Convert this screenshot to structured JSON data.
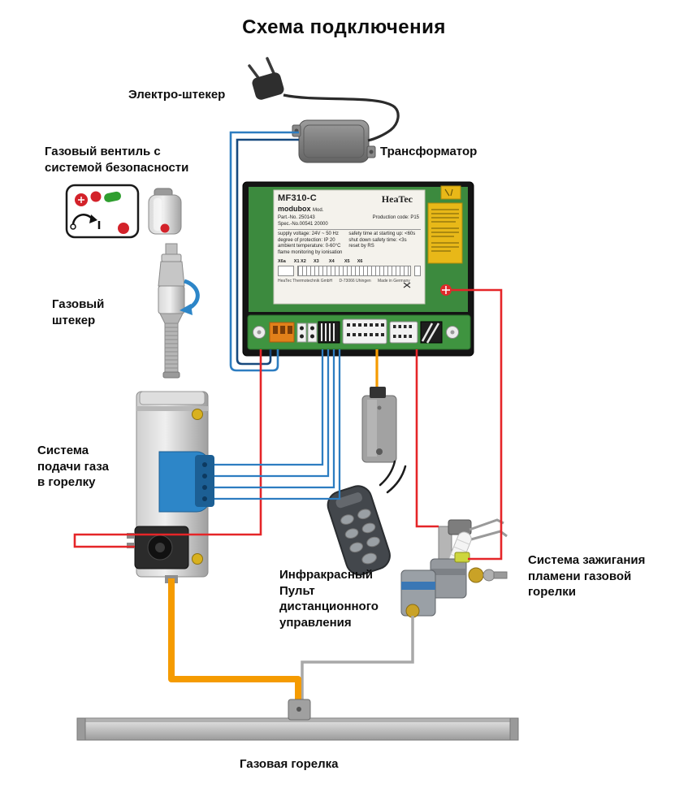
{
  "title": "Схема подключения",
  "labels": {
    "electric_plug": "Электро-штекер",
    "transformer": "Трансформатор",
    "gas_valve_safety": "Газовый вентиль с\nсистемой безопасности",
    "gas_plug": "Газовый\nштекер",
    "gas_supply": "Система\nподачи газа\nв горелку",
    "remote_control": "Инфракрасный\nПульт\nдистанционного\nуправления",
    "ignition": "Система зажигания\nпламени газовой\nгорелки",
    "burner": "Газовая горелка"
  },
  "control_unit": {
    "brand": "HeaTec",
    "model": "MF310-C",
    "series": "modubox",
    "mod": "Mod.",
    "part_no": "Part.-No. 250143",
    "spec_no": "Spec.-No.00541 20000",
    "production_code": "Production code: P15",
    "specs_left": "supply voltage: 24V ~ 50 Hz\ndegree of protection: IP 20\nambient temperature: 0-60°C\nflame monitoring by ionisation",
    "specs_right": "safety time at starting up: <60s\nshut down safety time: <3s\nreset by RS",
    "terminal_x6a": "X6a",
    "terminal_row": "X1 X2      X3        X4        X5      X6",
    "footer": "HeaTec Thermotechnik GmbH      D-73066 Uhingen      Made in Germany"
  },
  "colors": {
    "wire_red": "#e52528",
    "wire_blue": "#2d7dc1",
    "wire_dark_blue": "#17497e",
    "wire_orange": "#f59b00",
    "wire_gray": "#a8a8a8",
    "wire_black": "#2b2b2b",
    "pcb_green": "#3c8a3e",
    "sticker_yellow": "#e8b818"
  }
}
